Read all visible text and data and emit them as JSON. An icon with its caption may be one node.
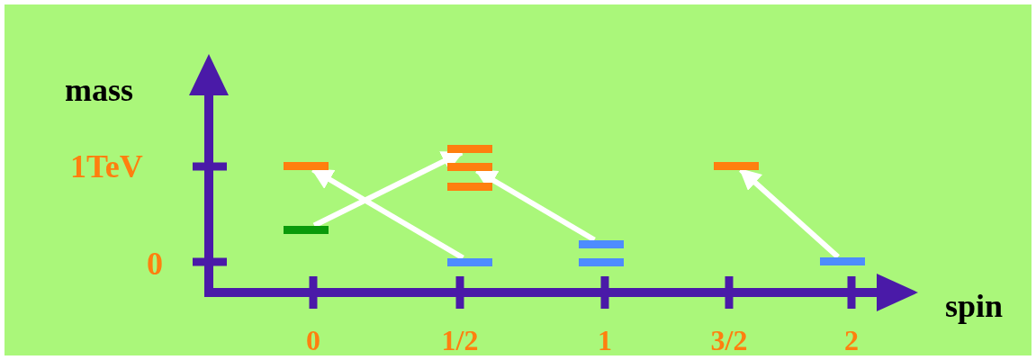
{
  "diagram": {
    "nodes": [
      {
        "text": [],
        "shape": "bar"
      },
      {
        "text": [],
        "shape": "bar"
      },
      {
        "text": [],
        "shape": "bar"
      },
      {
        "text": [],
        "shape": "bar"
      },
      {
        "text": [],
        "shape": "bar"
      },
      {
        "text": [],
        "shape": "bar"
      },
      {
        "text": [],
        "shape": "bar"
      },
      {
        "text": [],
        "shape": "bar"
      },
      {
        "text": [],
        "shape": "bar"
      },
      {
        "text": [],
        "shape": "bar"
      }
    ],
    "edges": [
      {
        "from": 1,
        "to": 2,
        "arrow": "to"
      },
      {
        "from": 5,
        "to": 0,
        "arrow": "to"
      },
      {
        "from": 6,
        "to": 3,
        "arrow": "to"
      },
      {
        "from": 9,
        "to": 8,
        "arrow": "to"
      }
    ],
    "labels": [
      "mass",
      "1TeV",
      "0",
      "spin",
      "0",
      "1/2",
      "1",
      "3/2",
      "2"
    ]
  }
}
